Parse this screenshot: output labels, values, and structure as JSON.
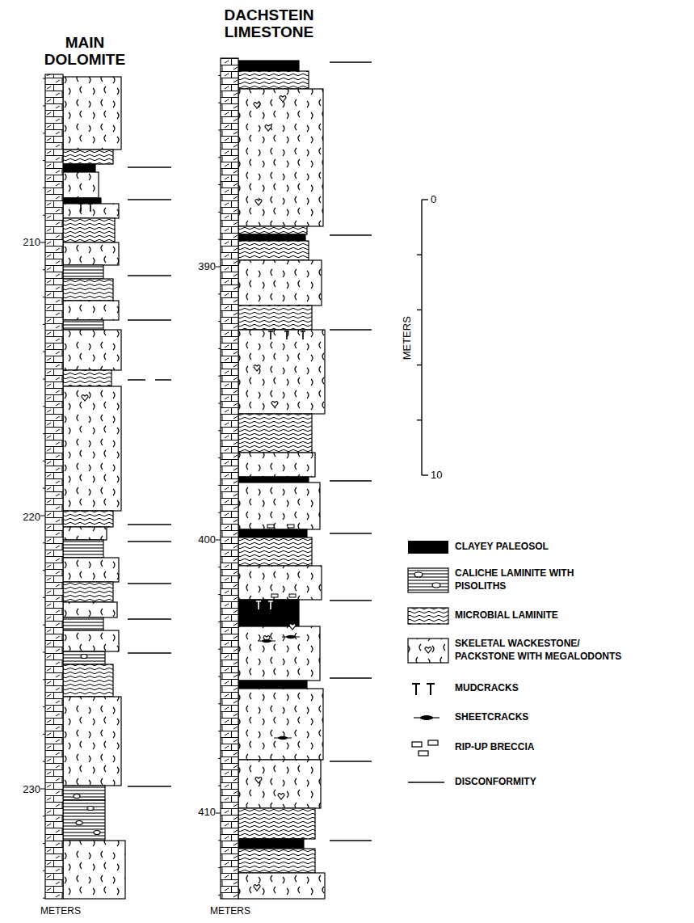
{
  "diagram": {
    "labels": [
      "MAIN DOLOMITE",
      "DACHSTEIN LIMESTONE",
      "210",
      "220",
      "230",
      "390",
      "400",
      "410",
      "0",
      "METERS",
      "10",
      "METERS",
      "METERS"
    ],
    "legend": [
      {
        "text": "CLAYEY PALEOSOL",
        "color": "#000000"
      },
      {
        "text": "CALICHE LAMINITE WITH PISOLITHS"
      },
      {
        "text": "MICROBIAL LAMINITE"
      },
      {
        "text": "SKELETAL WACKESTONE/ PACKSTONE WITH MEGALODONTS"
      },
      {
        "text": "MUDCRACKS"
      },
      {
        "text": "SHEETCRACKS"
      },
      {
        "text": "RIP-UP BRECCIA"
      },
      {
        "text": "DISCONFORMITY"
      }
    ]
  }
}
